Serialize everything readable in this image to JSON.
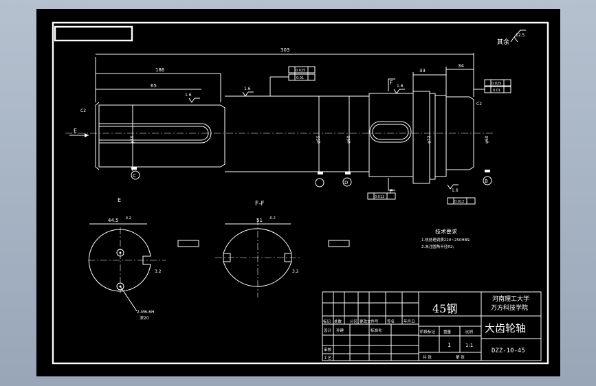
{
  "drawing": {
    "roughness_note": "其余",
    "roughness_value": "12.5",
    "dim_total": "303",
    "dim_mid": "186",
    "dim_left": "65",
    "dim_right_a": "33",
    "dim_right_b": "34",
    "ra_left": "1.6",
    "ra_mid": "1.6",
    "ra_right": "1.6",
    "ra_right2": "1.6",
    "tol_top_a": "0.025",
    "tol_top_b": "0.01",
    "tol_right_a": "0.025",
    "tol_right_b": "0.01",
    "tol_bottom_a": "0.012",
    "tol_bottom_b": "0.012",
    "dia_1": "φ50",
    "dia_2": "φ55",
    "dia_3": "φ60",
    "dia_4": "φ72",
    "dia_5": "φ60",
    "chamfer_left": "C2",
    "chamfer_right": "C2",
    "label_E_arrow": "E",
    "label_F_top": "F",
    "label_F_bottom": "F",
    "datum_C": "C",
    "datum_D": "D",
    "datum_B": "B",
    "section_E_title": "E",
    "section_FF_title": "F-F",
    "sec_e_dim": "44.5",
    "sec_e_dim_tol": "-0.2",
    "sec_ff_dim": "51",
    "sec_ff_dim_tol": "-0.2",
    "sec_e_key": "3.2",
    "sec_ff_key": "3.2",
    "sec_e_note": "2-M6-6H",
    "sec_e_note2": "深20",
    "tech_req_title": "技术要求",
    "tech_req_1": "1.热处理调质220~250HBS;",
    "tech_req_2": "2.未注圆角半径R2;"
  },
  "title_block": {
    "material": "45钢",
    "school_line1": "河南理工大学",
    "school_line2": "万方科技学院",
    "part_name": "大齿轮轴",
    "drawing_no": "DZZ-10-45",
    "h_mark": "标记",
    "h_count": "处数",
    "h_zone": "分区",
    "h_doc": "更改文件号",
    "h_sign": "签名",
    "h_date": "年月日",
    "r_design": "设计",
    "r_design_name": "孙建",
    "r_std": "标准化",
    "r_review": "审核",
    "r_process": "工艺",
    "stage_mark": "阶段标记",
    "weight": "重量",
    "scale_label": "比例",
    "qty": "1",
    "scale": "1:1",
    "sheet_total": "共  张",
    "sheet_no": "第  张"
  }
}
